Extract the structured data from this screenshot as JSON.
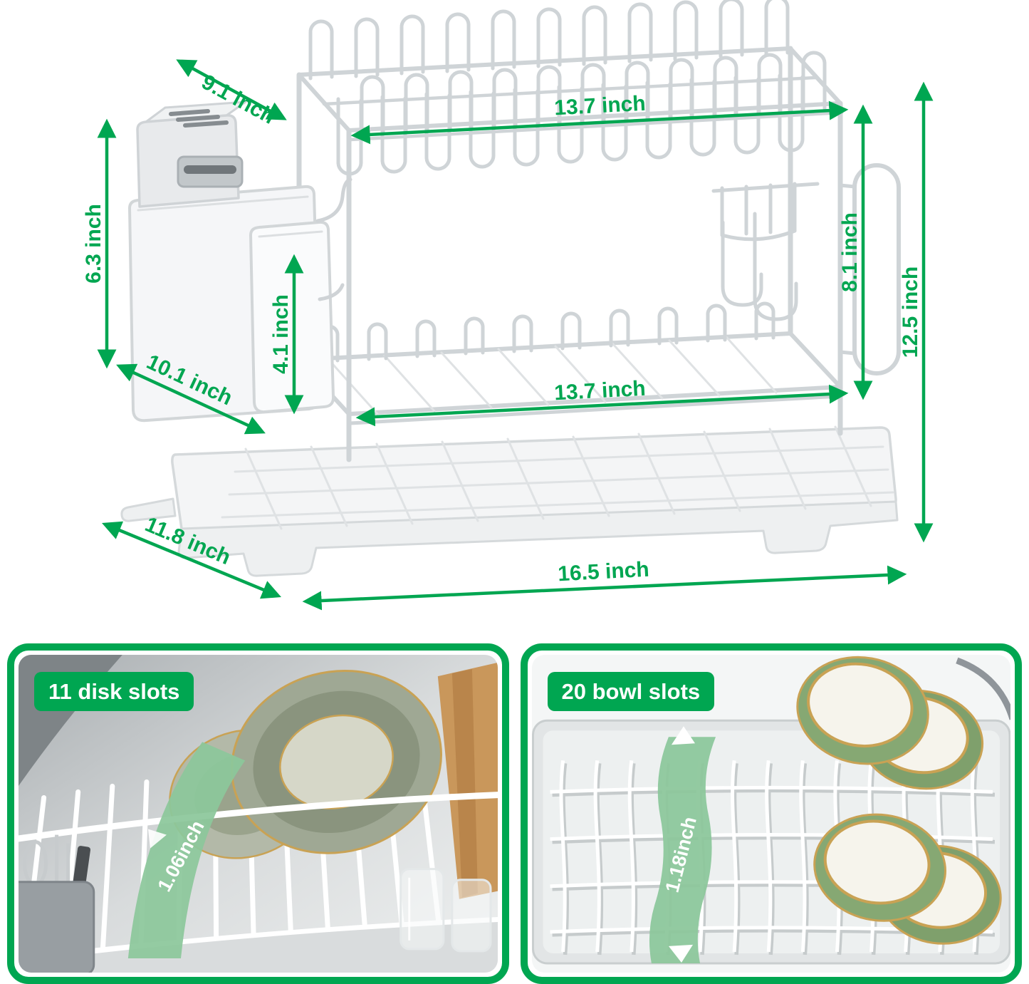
{
  "dimensions": {
    "top_depth": "9.1 inch",
    "top_width": "13.7 inch",
    "caddy_height": "6.3 inch",
    "cup_height": "4.1 inch",
    "inner_height": "8.1 inch",
    "overall_height": "12.5 inch",
    "shelf_depth": "10.1 inch",
    "lower_width": "13.7 inch",
    "base_depth": "11.8 inch",
    "base_width": "16.5 inch"
  },
  "panels": {
    "disk": {
      "badge": "11 disk slots",
      "slot_width": "1.06inch"
    },
    "bowl": {
      "badge": "20 bowl slots",
      "slot_width": "1.18inch"
    }
  },
  "colors": {
    "accent_green": "#00A651",
    "ribbon_green": "#8CC79B",
    "gold_rim": "#C9A254"
  }
}
